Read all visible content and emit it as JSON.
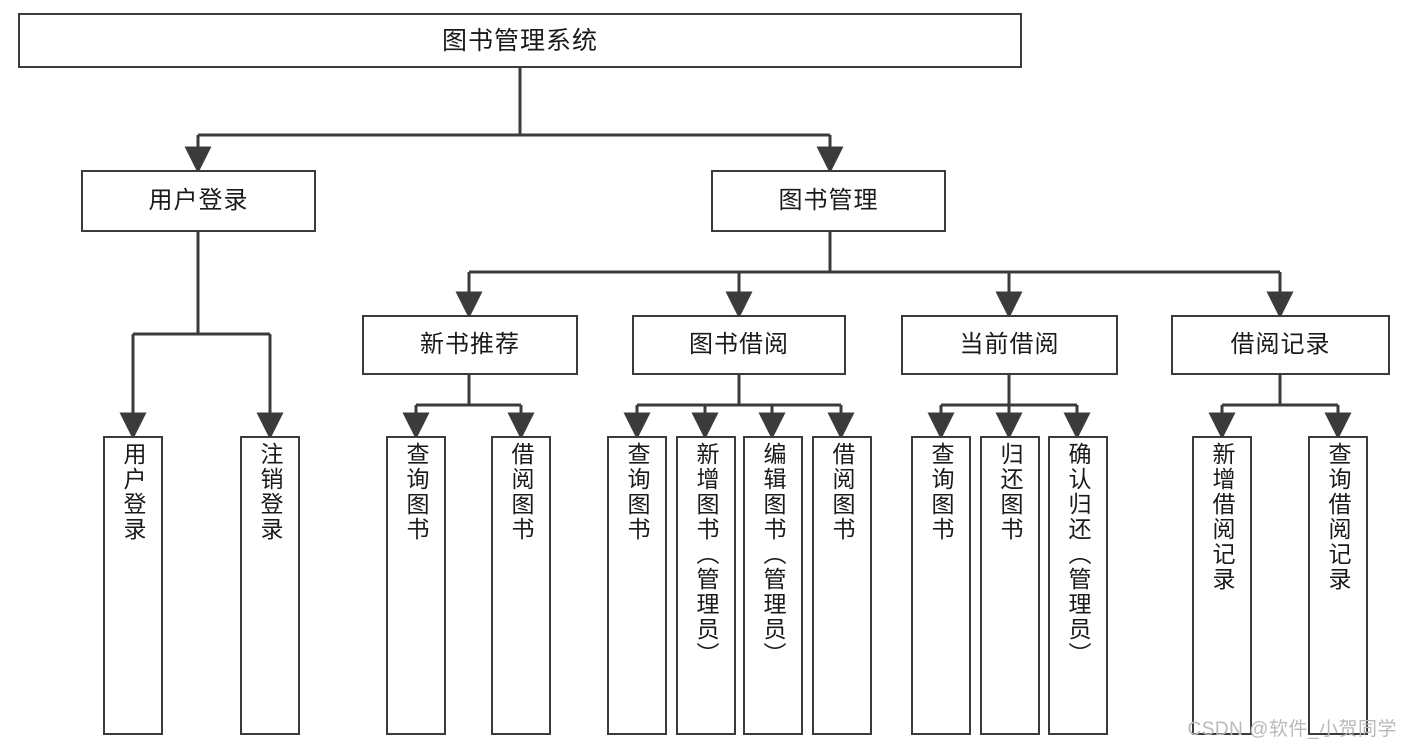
{
  "diagram": {
    "title": "图书管理系统",
    "type": "hierarchy-tree",
    "root": {
      "label": "图书管理系统"
    },
    "level2": [
      {
        "label": "用户登录"
      },
      {
        "label": "图书管理"
      }
    ],
    "level3": [
      {
        "label": "新书推荐"
      },
      {
        "label": "图书借阅"
      },
      {
        "label": "当前借阅"
      },
      {
        "label": "借阅记录"
      }
    ],
    "leaves": {
      "user_login": [
        {
          "label": "用户登录"
        },
        {
          "label": "注销登录"
        }
      ],
      "new_book_recommend": [
        {
          "label": "查询图书"
        },
        {
          "label": "借阅图书"
        }
      ],
      "book_borrow": [
        {
          "label": "查询图书"
        },
        {
          "label": "新增图书（管理员）"
        },
        {
          "label": "编辑图书（管理员）"
        },
        {
          "label": "借阅图书"
        }
      ],
      "current_borrow": [
        {
          "label": "查询图书"
        },
        {
          "label": "归还图书"
        },
        {
          "label": "确认归还（管理员）"
        }
      ],
      "borrow_record": [
        {
          "label": "新增借阅记录"
        },
        {
          "label": "查询借阅记录"
        }
      ]
    }
  },
  "watermark": {
    "text": "CSDN @软件_小贺同学"
  },
  "colors": {
    "stroke": "#3b3b3b",
    "background": "#ffffff",
    "text": "#1a1a1a",
    "watermark": "#b9b9b9"
  }
}
